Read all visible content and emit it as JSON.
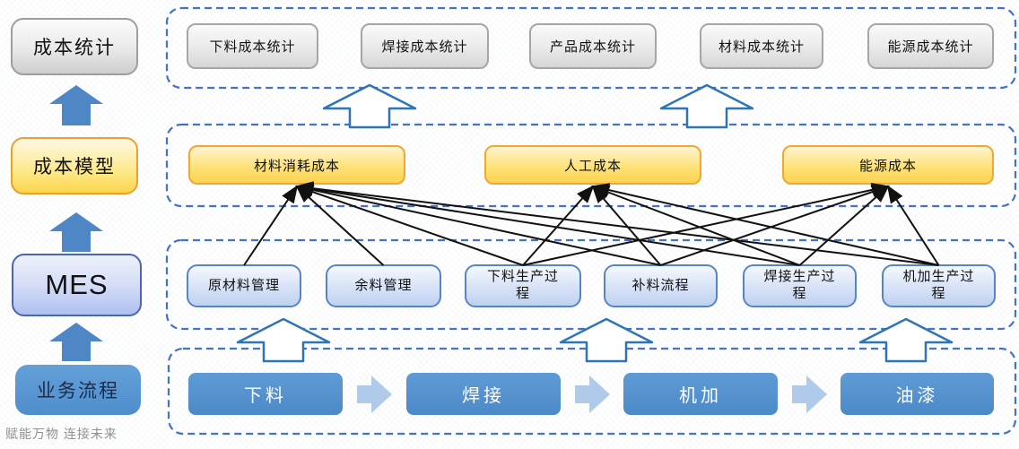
{
  "left_column": {
    "cost_statistics": "成本统计",
    "cost_model": "成本模型",
    "mes": "MES",
    "business_process": "业务流程"
  },
  "statistics_row": [
    "下料成本统计",
    "焊接成本统计",
    "产品成本统计",
    "材料成本统计",
    "能源成本统计"
  ],
  "cost_model_row": [
    "材料消耗成本",
    "人工成本",
    "能源成本"
  ],
  "mes_row": [
    "原材料管理",
    "余料管理",
    "下料生产过程",
    "补料流程",
    "焊接生产过程",
    "机加生产过程"
  ],
  "process_row": [
    "下料",
    "焊接",
    "机加",
    "油漆"
  ],
  "connections": [
    {
      "from": 0,
      "to": 0
    },
    {
      "from": 1,
      "to": 0
    },
    {
      "from": 2,
      "to": 0
    },
    {
      "from": 2,
      "to": 1
    },
    {
      "from": 2,
      "to": 2
    },
    {
      "from": 3,
      "to": 0
    },
    {
      "from": 3,
      "to": 1
    },
    {
      "from": 3,
      "to": 2
    },
    {
      "from": 4,
      "to": 0
    },
    {
      "from": 4,
      "to": 1
    },
    {
      "from": 4,
      "to": 2
    },
    {
      "from": 5,
      "to": 0
    },
    {
      "from": 5,
      "to": 1
    },
    {
      "from": 5,
      "to": 2
    }
  ],
  "footer": {
    "watermark": "赋能万物  连接未来"
  },
  "colors": {
    "dashed_border": "#4472c4",
    "hollow_arrow_outline": "#2e75b6",
    "solid_arrow": "#4e86c6",
    "chevron_arrow": "#b0cbe9",
    "connector_line": "#111111",
    "yellow_fill": "#fed34f",
    "yellow_border": "#f0a830",
    "blue_box_border": "#5585c5",
    "process_box_blue": "#4b89c8",
    "gray_border": "#a6a6a6"
  }
}
